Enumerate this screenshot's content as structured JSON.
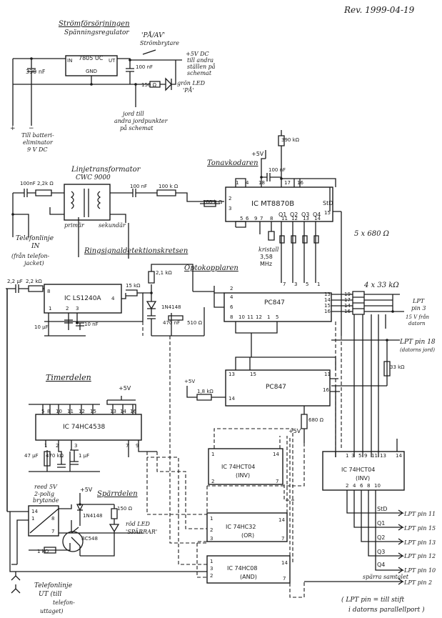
{
  "revision": "Rev. 1999-04-19",
  "power": {
    "title": "Strömförsörjningen",
    "subtitle": "Spänningsregulator",
    "reg_chip": "7805 UC",
    "pin_in": "IN",
    "pin_ut": "UT",
    "pin_gnd": "GND",
    "cap_in": "330 nF",
    "cap_out": "100 nF",
    "res": "150 Ω",
    "switch_title": "'PÅ/AV'",
    "switch_sub": "Strömbrytare",
    "vcc_label": [
      "+5V DC",
      "till andra",
      "ställen på",
      "schemat"
    ],
    "led_label": [
      "grön LED",
      "'PÅ'"
    ],
    "gnd_label": [
      "jord till",
      "andra jordpunkter",
      "på schemat"
    ],
    "battery_label": [
      "Till batteri-",
      "eliminator",
      "9 V DC"
    ]
  },
  "line_transformer": {
    "title": "Linjetransformator",
    "part": "CWC 9000",
    "primary": "primär",
    "secondary": "sekundär",
    "cap1": "100nF",
    "res1": "2,2k Ω",
    "cap2": "100 nF",
    "res2": "100 k Ω",
    "res3": "100 k Ω"
  },
  "telephone_in": [
    "Telefonlinje",
    "IN",
    "(från telefon-",
    "jacket)"
  ],
  "tone_section": {
    "title": "Tonavkodaren",
    "chip": "IC MT8870B",
    "plus5v": "+5V",
    "res_top": "390 kΩ",
    "cap": "100 nF",
    "outputs": [
      "Q1",
      "Q2",
      "Q3",
      "Q4"
    ],
    "std": "StD",
    "crystal": [
      "kristall",
      "3,58",
      "MHz"
    ],
    "resistors": "5 x 680 Ω",
    "pins_top": [
      "1",
      "4",
      "18",
      "17",
      "16"
    ],
    "pins_left": [
      "2",
      "3"
    ],
    "pins_bottom": [
      "5",
      "6",
      "9",
      "7",
      "8",
      "11",
      "12",
      "13",
      "14",
      "15"
    ],
    "pins_bottom_right": [
      "7",
      "3",
      "5",
      "1"
    ]
  },
  "ring_section": {
    "title": "Ringsignaldetektionskretsen",
    "chip": "IC LS1240A",
    "cap": "2,2 µF",
    "res_in": "2,2 kΩ",
    "res_out": "15 kΩ",
    "cap_low1": "10 µF",
    "cap_low2": "10 nF",
    "pins": [
      "8",
      "1",
      "2",
      "3",
      "4"
    ]
  },
  "opto_section": {
    "title": "Optokopplaren",
    "res": "2,1 kΩ",
    "diode": "1N4148",
    "cap": "470 nF",
    "res2": "510 Ω",
    "chip": "PC847",
    "pins": [
      "2",
      "4",
      "6",
      "8",
      "10",
      "11",
      "12",
      "13",
      "14",
      "15",
      "16",
      "1",
      "5"
    ]
  },
  "lpt_in": {
    "res_bank": "4 x 33 kΩ",
    "lpt_pin3": [
      "LPT",
      "pin 3"
    ],
    "supply": [
      "15 V från",
      "datorn"
    ],
    "lpt18": "LPT pin 18",
    "lpt18_note": "(datorns jord)",
    "res_mid": "33 kΩ",
    "pins_left": [
      "19",
      "17",
      "14",
      "16"
    ]
  },
  "timer_section": {
    "title": "Timerdelen",
    "chip": "IC 74HC4538",
    "plus5v": "+5V",
    "res": "470 kΩ",
    "cap1": "47 µF",
    "cap2": "1 µF",
    "pins_top": [
      "5",
      "8",
      "10",
      "11",
      "12",
      "15",
      "13",
      "14",
      "16"
    ],
    "pins_bottom": [
      "1",
      "2",
      "3",
      "7",
      "9"
    ]
  },
  "pc_mid": {
    "chip": "PC847",
    "res": "1,8 kΩ",
    "plus5v": "+5V",
    "res2": "680 Ω",
    "pins": [
      "13",
      "15",
      "16",
      "14",
      "11"
    ]
  },
  "hct04_left": {
    "chip": "IC 74HCT04",
    "note": "(INV)",
    "pins": [
      "1",
      "2",
      "7",
      "14"
    ]
  },
  "hc32": {
    "chip": "IC 74HC32",
    "note": "(OR)",
    "pins": [
      "1",
      "2",
      "3",
      "14",
      "7"
    ]
  },
  "hc08": {
    "chip": "IC 74HC08",
    "note": "(AND)",
    "pins": [
      "1",
      "2",
      "3",
      "14",
      "7"
    ]
  },
  "hct04_right": {
    "chip": "IC 74HCT04",
    "note": "(INV)",
    "plus5v": "+5V",
    "pins_top": [
      "1",
      "3",
      "5",
      "9",
      "11",
      "13",
      "14"
    ],
    "pins_bottom": [
      "2",
      "4",
      "6",
      "8",
      "10"
    ]
  },
  "outputs_right": [
    {
      "sig": "StD",
      "pin": "LPT pin 11"
    },
    {
      "sig": "Q1",
      "pin": "LPT pin 15"
    },
    {
      "sig": "Q2",
      "pin": "LPT pin 13"
    },
    {
      "sig": "Q3",
      "pin": "LPT pin 12"
    },
    {
      "sig": "Q4",
      "pin": "LPT pin 10"
    },
    {
      "sig": "spärra samtalet",
      "pin": "LPT pin 2"
    }
  ],
  "relay_section": {
    "title": "Spärrdelen",
    "relay": [
      "reed 5V",
      "2-polig",
      "brytande"
    ],
    "plus5v": "+5V",
    "diode": "1N4148",
    "transistor": "BC548",
    "res_base": "1 kΩ",
    "res_led": "150 Ω",
    "led": [
      "röd LED",
      "'SPÄRRAR'"
    ],
    "pins": [
      "14",
      "1",
      "8",
      "7"
    ]
  },
  "telephone_out": [
    "Telefonlinje",
    "UT (till",
    "telefon-",
    "uttaget)"
  ],
  "footnote": [
    "( LPT pin = till stift",
    "i datorns parallellport )"
  ]
}
